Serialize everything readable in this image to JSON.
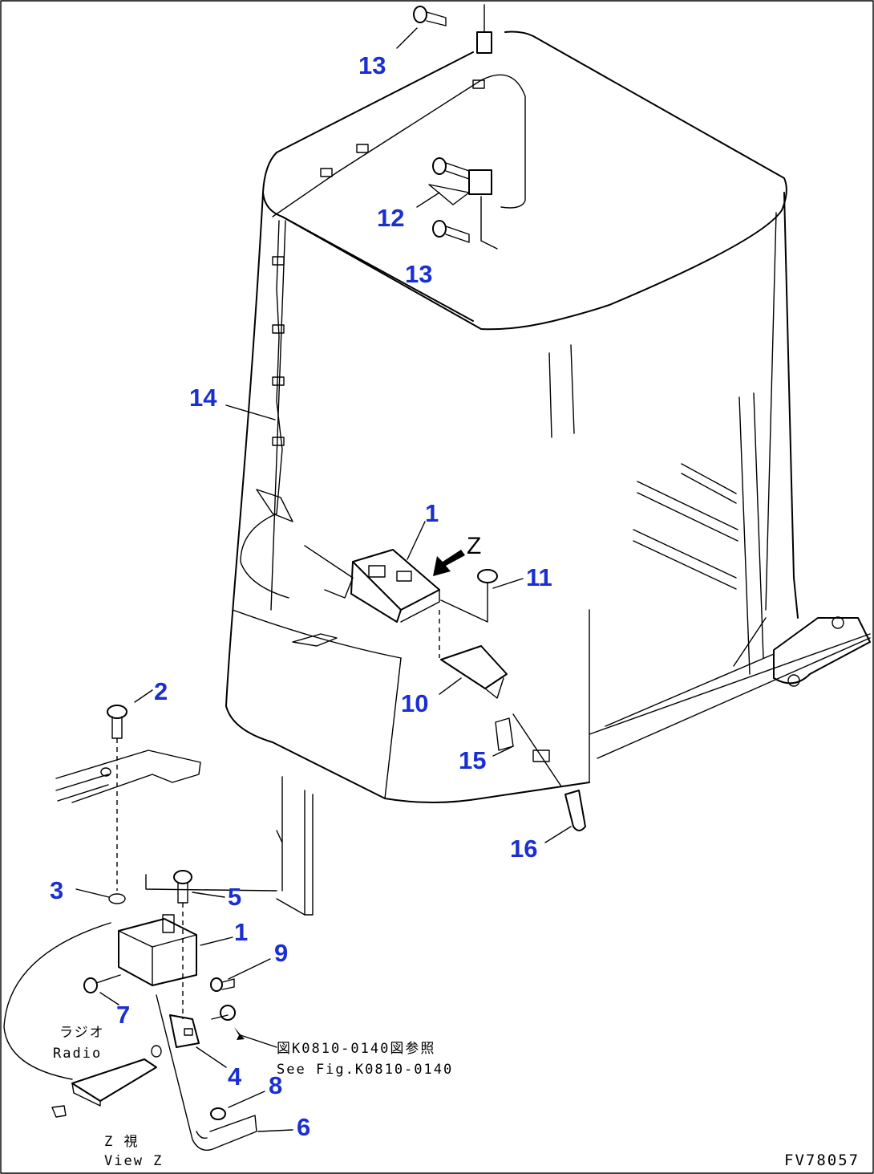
{
  "callouts": [
    {
      "id": "c13a",
      "label": "13"
    },
    {
      "id": "c12",
      "label": "12"
    },
    {
      "id": "c13b",
      "label": "13"
    },
    {
      "id": "c14",
      "label": "14"
    },
    {
      "id": "c1a",
      "label": "1"
    },
    {
      "id": "c11",
      "label": "11"
    },
    {
      "id": "c10",
      "label": "10"
    },
    {
      "id": "c15",
      "label": "15"
    },
    {
      "id": "c16",
      "label": "16"
    },
    {
      "id": "c2",
      "label": "2"
    },
    {
      "id": "c3",
      "label": "3"
    },
    {
      "id": "c5",
      "label": "5"
    },
    {
      "id": "c1b",
      "label": "1"
    },
    {
      "id": "c9",
      "label": "9"
    },
    {
      "id": "c7",
      "label": "7"
    },
    {
      "id": "c4",
      "label": "4"
    },
    {
      "id": "c8",
      "label": "8"
    },
    {
      "id": "c6",
      "label": "6"
    }
  ],
  "view_marker": "Z",
  "radio_label_jp": "ラジオ",
  "radio_label_en": "Radio",
  "reference_jp": "図K0810-0140図参照",
  "reference_en": "See Fig.K0810-0140",
  "view_label_jp": "Z 視",
  "view_label_en": "View Z",
  "drawing_code": "FV78057",
  "colors": {
    "callout": "#1a2fd0",
    "line": "#000000"
  }
}
